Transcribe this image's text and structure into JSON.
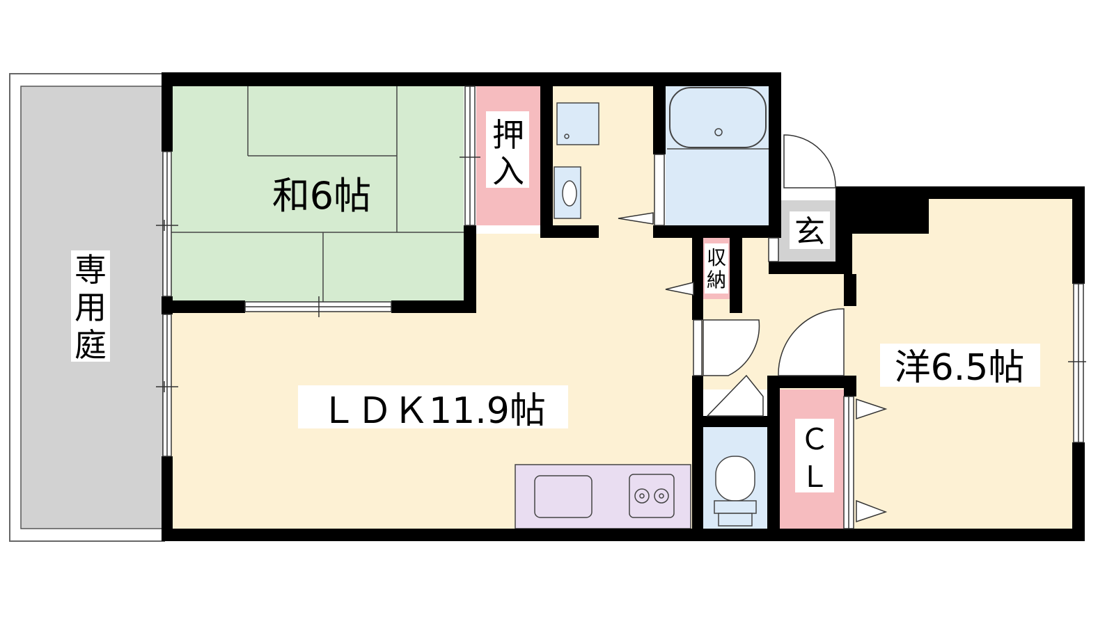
{
  "rooms": {
    "garden": "専用庭",
    "washitsu": "和6帖",
    "oshiire": "押入",
    "ldk": "ＬＤＫ11.9帖",
    "storage": "収納",
    "entrance": "玄",
    "western": "洋6.5帖",
    "closet_top": "Ｃ",
    "closet_bottom": "Ｌ"
  },
  "colors": {
    "wall": "#000000",
    "garden": "#d2d2d2",
    "tatami": "#d5ebd0",
    "floor": "#fdf1d4",
    "closet": "#f6bcbf",
    "wet_area": "#dbeaf8",
    "kitchen": "#e9ddf1",
    "entrance": "#d2d2d2"
  }
}
